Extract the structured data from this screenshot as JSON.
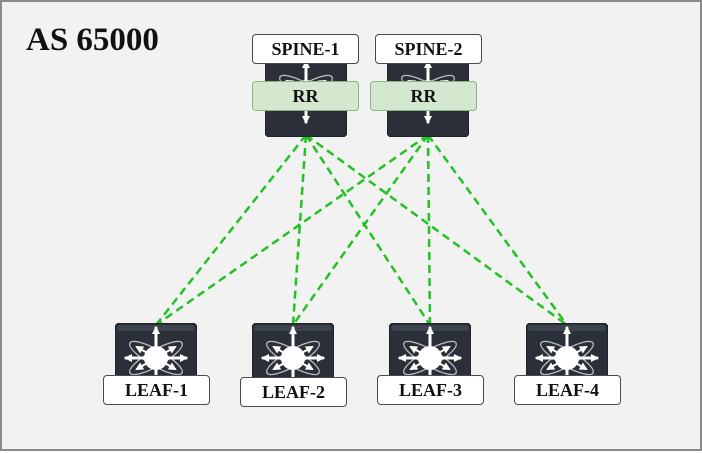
{
  "diagram": {
    "as_label": "AS 65000",
    "spines": [
      {
        "name": "SPINE-1",
        "role": "RR"
      },
      {
        "name": "SPINE-2",
        "role": "RR"
      }
    ],
    "leaves": [
      {
        "name": "LEAF-1"
      },
      {
        "name": "LEAF-2"
      },
      {
        "name": "LEAF-3"
      },
      {
        "name": "LEAF-4"
      }
    ],
    "links": [
      {
        "from": "SPINE-1",
        "to": "LEAF-1"
      },
      {
        "from": "SPINE-1",
        "to": "LEAF-2"
      },
      {
        "from": "SPINE-1",
        "to": "LEAF-3"
      },
      {
        "from": "SPINE-1",
        "to": "LEAF-4"
      },
      {
        "from": "SPINE-2",
        "to": "LEAF-1"
      },
      {
        "from": "SPINE-2",
        "to": "LEAF-2"
      },
      {
        "from": "SPINE-2",
        "to": "LEAF-3"
      },
      {
        "from": "SPINE-2",
        "to": "LEAF-4"
      }
    ],
    "link_style": "dashed",
    "colors": {
      "link": "#22c222",
      "device_body": "#2b3038",
      "rr_fill": "#d4e8cf",
      "background": "#f2f2f2"
    },
    "icon": "layer3-switch-icon"
  }
}
